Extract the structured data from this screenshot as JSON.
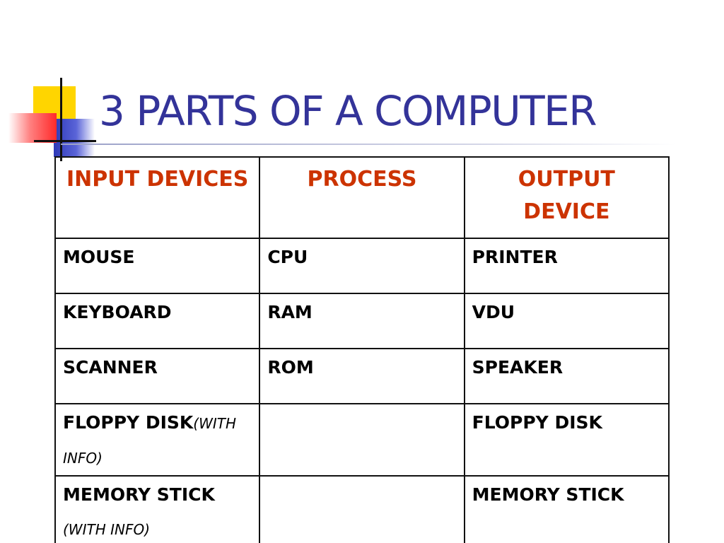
{
  "slide": {
    "title": "3 PARTS OF A COMPUTER"
  },
  "table": {
    "headers": [
      "INPUT DEVICES",
      "PROCESS",
      "OUTPUT DEVICE"
    ],
    "rows": [
      [
        "MOUSE",
        "CPU",
        "PRINTER"
      ],
      [
        "KEYBOARD",
        "RAM",
        "VDU"
      ],
      [
        "SCANNER",
        "ROM",
        "SPEAKER"
      ],
      [
        "FLOPPY DISK",
        "",
        "FLOPPY DISK"
      ],
      [
        "MEMORY STICK",
        "",
        "MEMORY STICK"
      ]
    ],
    "note": "(WITH INFO)"
  },
  "colors": {
    "title": "#333399",
    "header_text": "#cc3300",
    "border": "#111111",
    "logo_yellow": "#ffd500",
    "logo_blue": "#2f3ab8",
    "logo_red": "#ff2a2a"
  }
}
